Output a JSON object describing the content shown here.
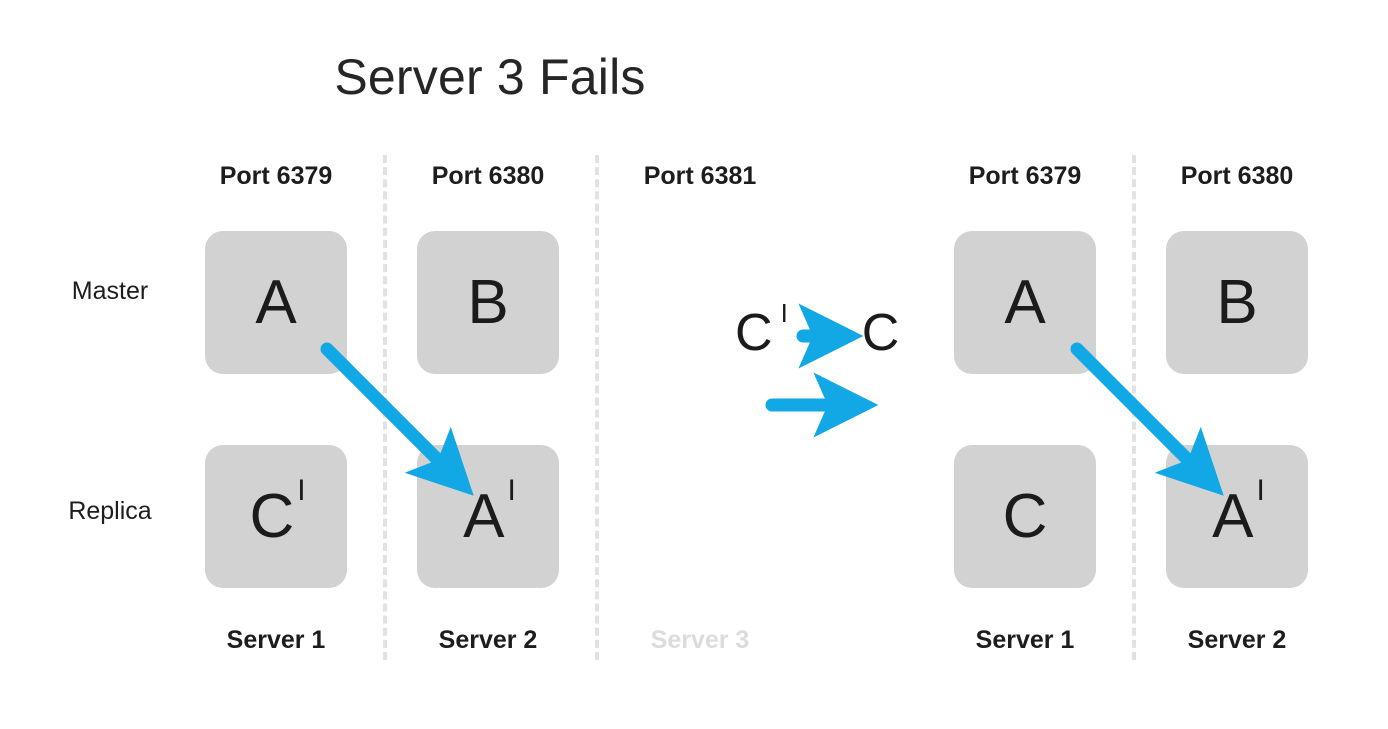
{
  "title": "Server 3 Fails",
  "colors": {
    "arrow": "#12a7e5",
    "node_fill": "#d2d2d2",
    "text": "#1b1b1b",
    "faded_text": "#dcdcdc",
    "divider": "#e2e2e2",
    "background": "#ffffff"
  },
  "row_labels": {
    "master": "Master",
    "replica": "Replica"
  },
  "left_group": {
    "columns": [
      {
        "port": "Port 6379",
        "server": "Server 1",
        "server_faded": false,
        "master": {
          "letter": "A",
          "prime": ""
        },
        "replica": {
          "letter": "C",
          "prime": "I"
        }
      },
      {
        "port": "Port 6380",
        "server": "Server 2",
        "server_faded": false,
        "master": {
          "letter": "B",
          "prime": ""
        },
        "replica": {
          "letter": "A",
          "prime": "I"
        }
      },
      {
        "port": "Port 6381",
        "server": "Server 3",
        "server_faded": true,
        "master": null,
        "replica": null
      }
    ]
  },
  "right_group": {
    "columns": [
      {
        "port": "Port 6379",
        "server": "Server 1",
        "server_faded": false,
        "master": {
          "letter": "A",
          "prime": ""
        },
        "replica": {
          "letter": "C",
          "prime": ""
        }
      },
      {
        "port": "Port 6380",
        "server": "Server 2",
        "server_faded": false,
        "master": {
          "letter": "B",
          "prime": ""
        },
        "replica": {
          "letter": "A",
          "prime": "I"
        }
      }
    ]
  },
  "transition": {
    "from_letter": "C",
    "from_prime": "I",
    "to_letter": "C"
  },
  "arrows": {
    "left_replication": "A master (Server 1) replicates to A-prime replica (Server 2)",
    "right_replication": "A master (Server 1) replicates to A-prime replica (Server 2)",
    "transition_small": "C-prime becomes C",
    "transition_large": "left state transitions to right state"
  }
}
